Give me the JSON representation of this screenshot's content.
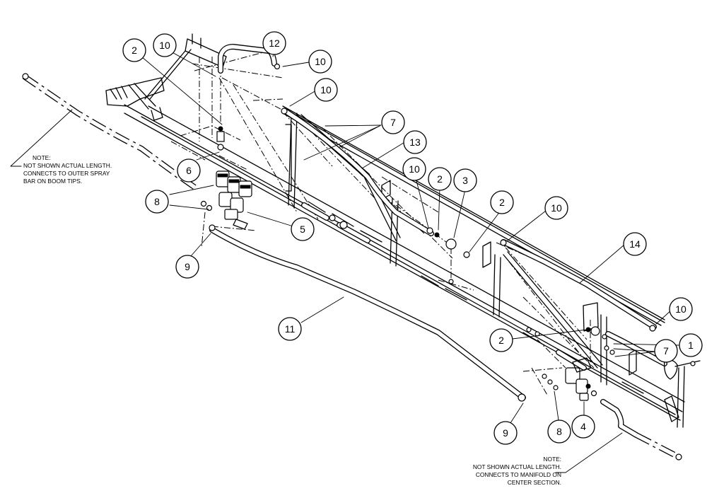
{
  "callouts": [
    {
      "label": "1"
    },
    {
      "label": "2"
    },
    {
      "label": "2"
    },
    {
      "label": "2"
    },
    {
      "label": "2"
    },
    {
      "label": "3"
    },
    {
      "label": "4"
    },
    {
      "label": "5"
    },
    {
      "label": "6"
    },
    {
      "label": "7"
    },
    {
      "label": "7"
    },
    {
      "label": "8"
    },
    {
      "label": "8"
    },
    {
      "label": "9"
    },
    {
      "label": "9"
    },
    {
      "label": "10"
    },
    {
      "label": "10"
    },
    {
      "label": "10"
    },
    {
      "label": "10"
    },
    {
      "label": "10"
    },
    {
      "label": "10"
    },
    {
      "label": "11"
    },
    {
      "label": "12"
    },
    {
      "label": "13"
    },
    {
      "label": "14"
    }
  ],
  "notes": {
    "left": [
      "NOTE:",
      "NOT SHOWN ACTUAL LENGTH.",
      "CONNECTS TO OUTER SPRAY",
      "BAR ON BOOM TIPS."
    ],
    "bottom": [
      "NOTE:",
      "NOT SHOWN ACTUAL LENGTH.",
      "CONNECTS TO MANIFOLD ON",
      "CENTER SECTION."
    ]
  },
  "colors": {
    "line": "#000000",
    "background": "#ffffff"
  }
}
